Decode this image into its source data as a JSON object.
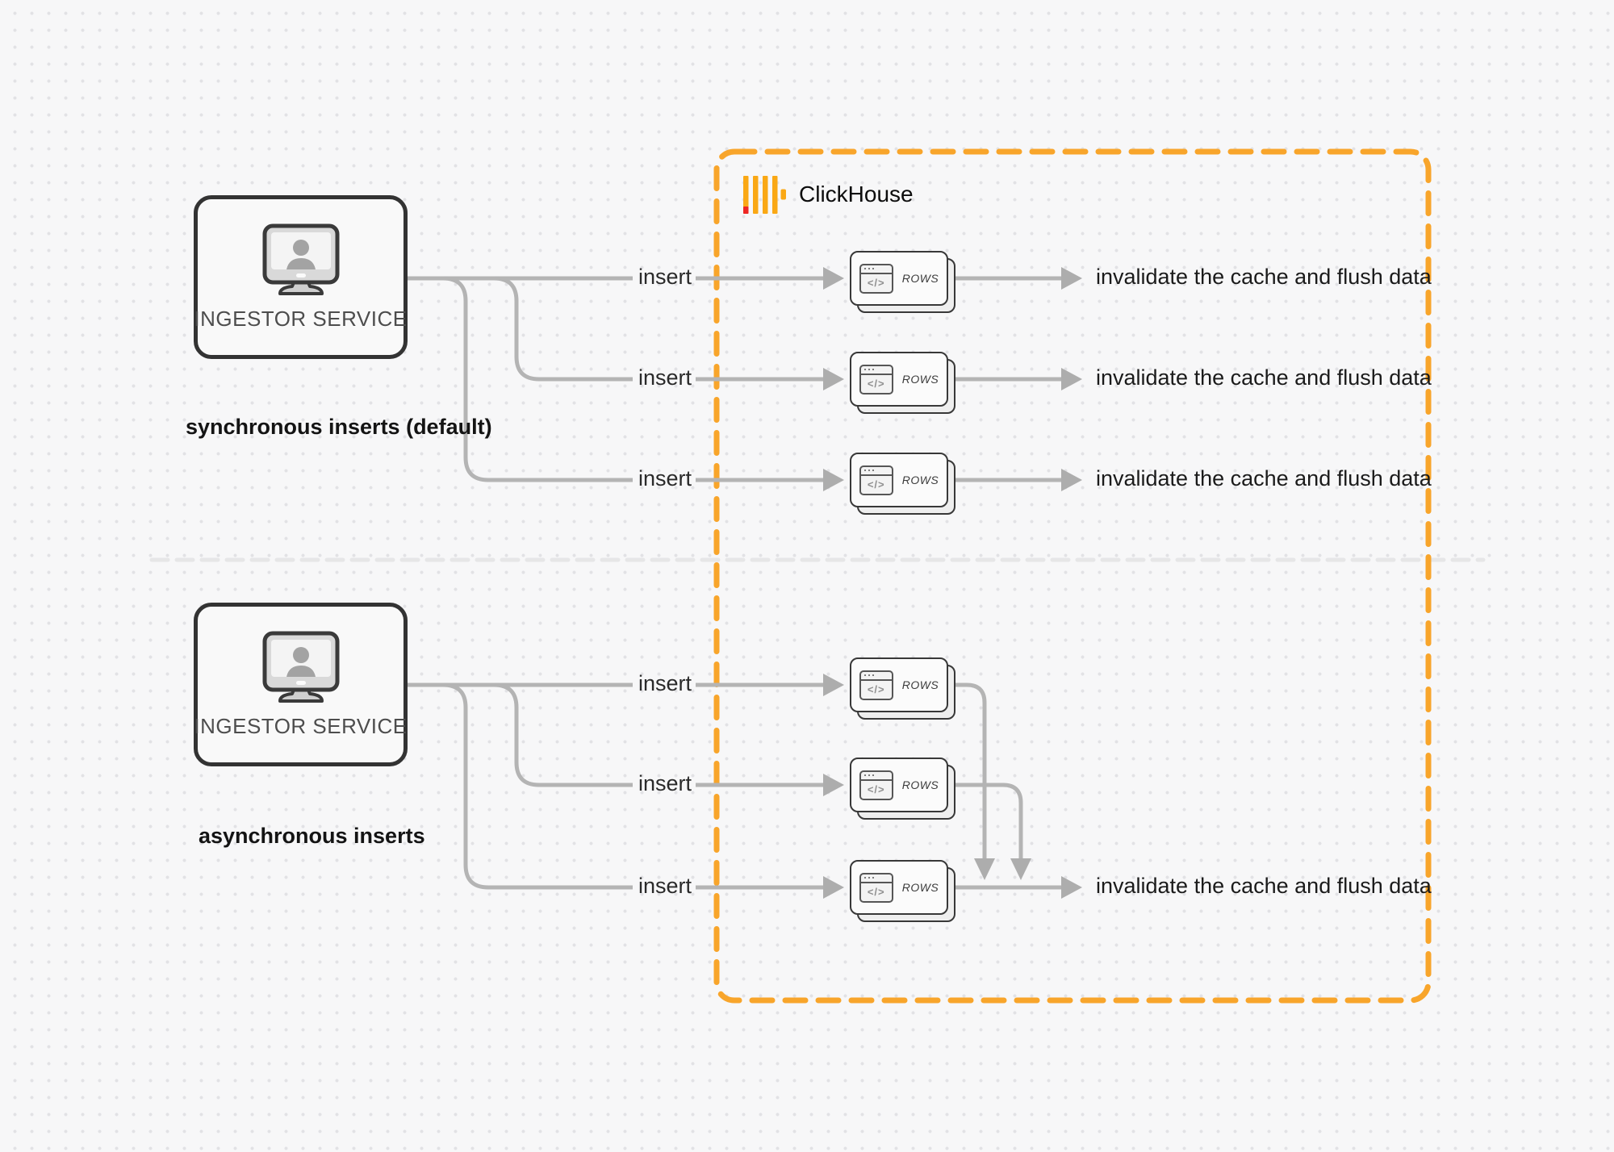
{
  "clickhouse": {
    "label": "ClickHouse",
    "brand_bar_color": "#FAA815",
    "brand_red": "#EE2624",
    "box_border_color": "#F8A52B"
  },
  "connector_color": "#b4b4b4",
  "sync": {
    "caption": "synchronous inserts (default)",
    "service_label": "INGESTOR SERVICE",
    "rows": [
      {
        "insert_label": "insert",
        "card_label": "ROWS",
        "code_glyph": "</>",
        "result_label": "invalidate the cache and flush data"
      },
      {
        "insert_label": "insert",
        "card_label": "ROWS",
        "code_glyph": "</>",
        "result_label": "invalidate the cache and flush data"
      },
      {
        "insert_label": "insert",
        "card_label": "ROWS",
        "code_glyph": "</>",
        "result_label": "invalidate the cache and flush data"
      }
    ]
  },
  "async": {
    "caption": "asynchronous inserts",
    "service_label": "INGESTOR SERVICE",
    "rows": [
      {
        "insert_label": "insert",
        "card_label": "ROWS",
        "code_glyph": "</>"
      },
      {
        "insert_label": "insert",
        "card_label": "ROWS",
        "code_glyph": "</>"
      },
      {
        "insert_label": "insert",
        "card_label": "ROWS",
        "code_glyph": "</>",
        "result_label": "invalidate the cache and flush data"
      }
    ]
  }
}
